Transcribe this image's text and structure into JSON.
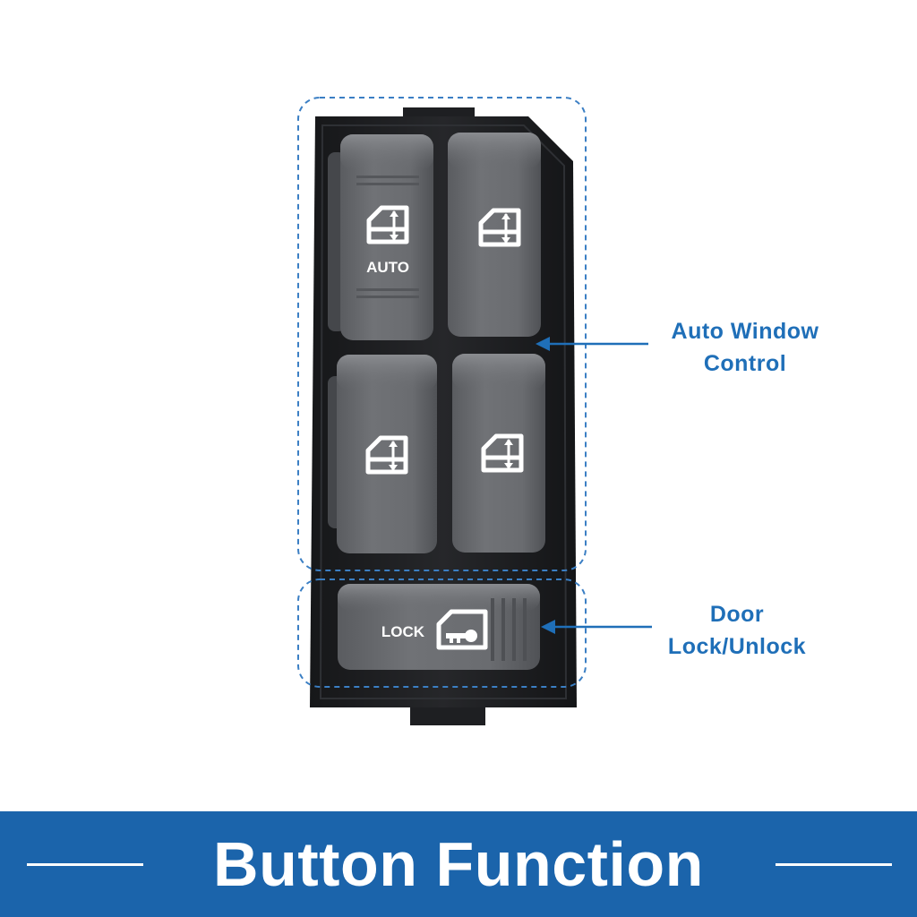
{
  "callouts": {
    "auto_window": {
      "line1": "Auto Window",
      "line2": "Control"
    },
    "door_lock": {
      "line1": "Door",
      "line2": "Lock/Unlock"
    }
  },
  "switch": {
    "auto_label": "AUTO",
    "lock_label": "LOCK"
  },
  "banner": {
    "title": "Button Function"
  },
  "colors": {
    "accent_blue": "#1f6fb8",
    "banner_blue": "#1b64ab",
    "button_gray": "#6b6d71",
    "bezel_black": "#1e1f22"
  },
  "icons": {
    "window_switch": "window-up-down-icon",
    "door_lock": "door-lock-key-icon",
    "callout_arrow": "arrow-left-icon"
  }
}
